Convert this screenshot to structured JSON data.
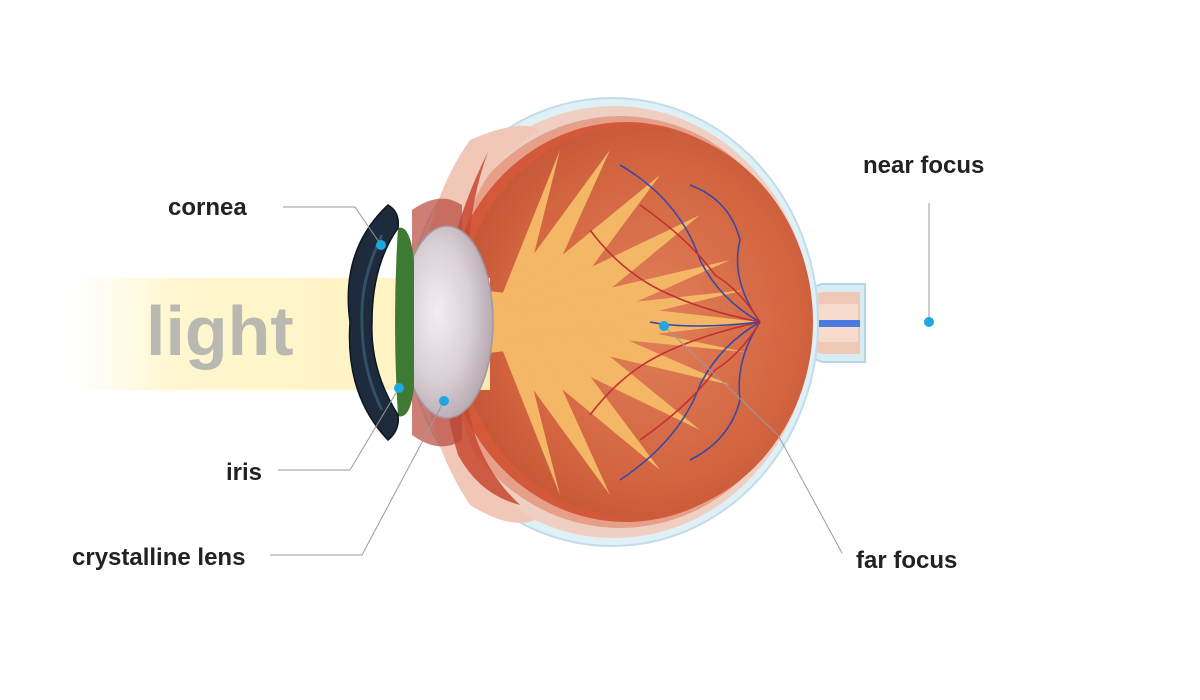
{
  "diagram": {
    "light_label": "light",
    "labels": {
      "cornea": "cornea",
      "iris": "iris",
      "crystalline_lens": "crystalline lens",
      "near_focus": "near focus",
      "far_focus": "far focus"
    }
  },
  "colors": {
    "marker": "#1ea7e0",
    "leader_line": "#9a9a9a",
    "light_beam": "#fff7c8",
    "sclera": "#e9c2b4",
    "choroid": "#d65a3c",
    "vitreous": "#d36a45",
    "rays": "#f1b25e",
    "lens": "#d7cdd2",
    "iris": "#2f6b2f",
    "cornea": "#1b2a3a",
    "optic_nerve_fiber": "#4a79e0"
  }
}
